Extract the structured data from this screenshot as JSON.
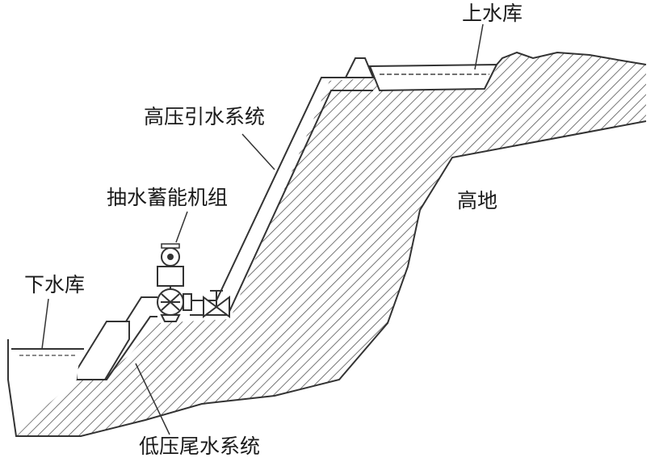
{
  "labels": {
    "upper_reservoir": "上水库",
    "high_pressure_system": "高压引水系统",
    "highland": "高地",
    "pumped_storage_unit": "抽水蓄能机组",
    "lower_reservoir": "下水库",
    "low_pressure_tail_system": "低压尾水系统"
  },
  "colors": {
    "line": "#333333",
    "hatch": "#555555",
    "water": "#444444",
    "background": "#ffffff"
  }
}
